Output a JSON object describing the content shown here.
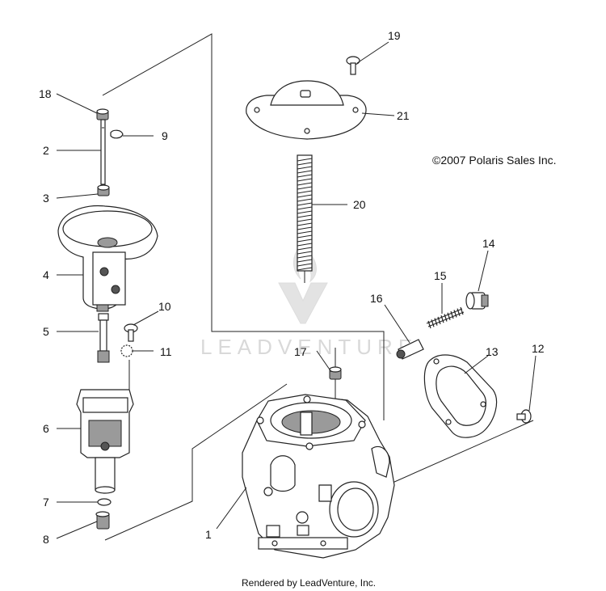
{
  "copyright": "©2007 Polaris Sales Inc.",
  "footer": "Rendered by LeadVenture, Inc.",
  "watermark": "LEADVENTURE",
  "callouts": {
    "c1": "1",
    "c2": "2",
    "c3": "3",
    "c4": "4",
    "c5": "5",
    "c6": "6",
    "c7": "7",
    "c8": "8",
    "c9": "9",
    "c10": "10",
    "c11": "11",
    "c12": "12",
    "c13": "13",
    "c14": "14",
    "c15": "15",
    "c16": "16",
    "c17": "17",
    "c18": "18",
    "c19": "19",
    "c20": "20",
    "c21": "21"
  }
}
